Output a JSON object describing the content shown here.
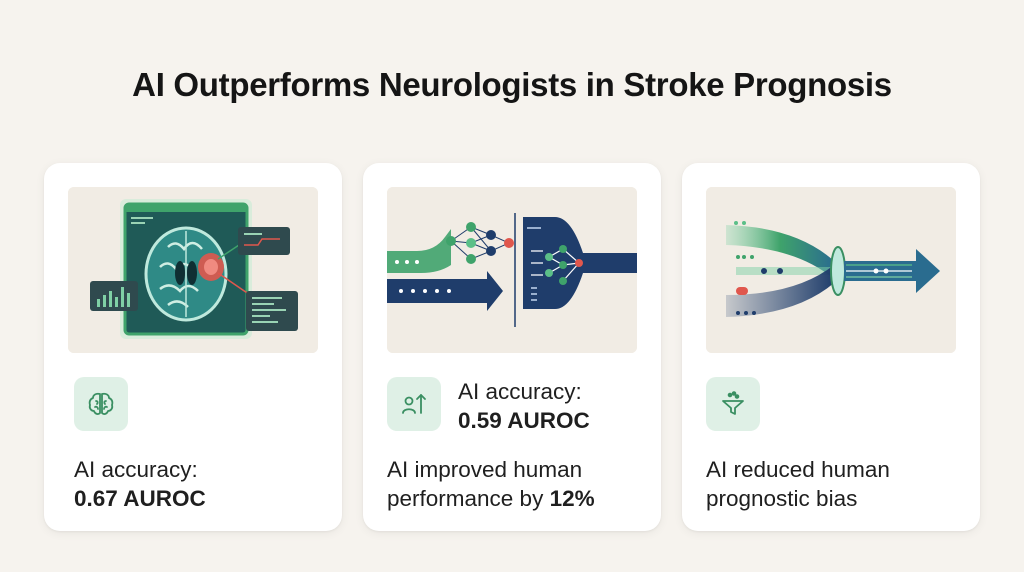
{
  "header": {
    "title": "AI Outperforms Neurologists in Stroke Prognosis"
  },
  "colors": {
    "accent_green": "#3fa36b",
    "navy": "#1f3d6b",
    "lesion_red": "#e0574d",
    "icon_bg": "#dff0e6"
  },
  "cards": [
    {
      "illustration": "brain-scan-monitor",
      "icon": "brain-icon",
      "line1": "AI accuracy:",
      "line2": "0.67 AUROC"
    },
    {
      "illustration": "neural-network-flow",
      "icon": "person-up-arrow-icon",
      "metric_line1": "AI accuracy:",
      "metric_line2": "0.59 AUROC",
      "line1": "AI improved human",
      "line2_prefix": "performance by ",
      "line2_value": "12%"
    },
    {
      "illustration": "bias-filter-flow",
      "icon": "funnel-icon",
      "line1": "AI reduced human",
      "line2": "prognostic bias"
    }
  ]
}
